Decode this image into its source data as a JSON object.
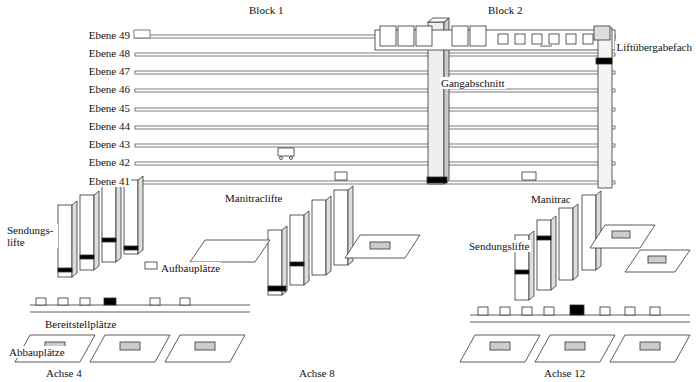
{
  "diagram": {
    "labels": [
      "Block 1",
      "Block 2",
      "Ebene 49",
      "Ebene 48",
      "Ebene 47",
      "Ebene 46",
      "Ebene 45",
      "Ebene 44",
      "Ebene 43",
      "Ebene 42",
      "Ebene 41",
      "Liftübergabefach",
      "Gangabschnitt",
      "Sendungs- lifte",
      "Aufbauplätze",
      "Manitraclifte",
      "Manitrac",
      "Sendungslifte",
      "Bereitstellplätze",
      "Abbauplätze",
      "Achse 4",
      "Achse 8",
      "Achse 12"
    ]
  }
}
